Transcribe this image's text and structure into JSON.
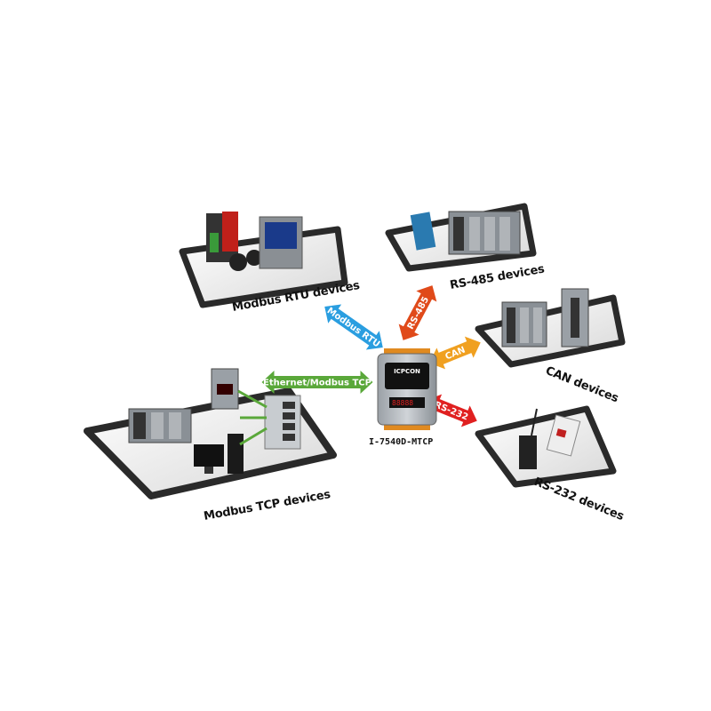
{
  "center_device": {
    "label": "I-7540D-MTCP",
    "brand": "ICPCON"
  },
  "platforms": {
    "modbus_rtu": "Modbus RTU devices",
    "rs485": "RS-485 devices",
    "can": "CAN devices",
    "rs232": "RS-232 devices",
    "modbus_tcp": "Modbus TCP devices"
  },
  "links": {
    "modbus_rtu": {
      "label": "Modbus RTU",
      "color": "#2a9ee0"
    },
    "rs485": {
      "label": "RS-485",
      "color": "#e04a1a"
    },
    "can": {
      "label": "CAN",
      "color": "#f0a020"
    },
    "rs232": {
      "label": "RS-232",
      "color": "#e02020"
    },
    "ethernet": {
      "label": "Ethernet/Modbus TCP",
      "color": "#5aa83a"
    }
  }
}
